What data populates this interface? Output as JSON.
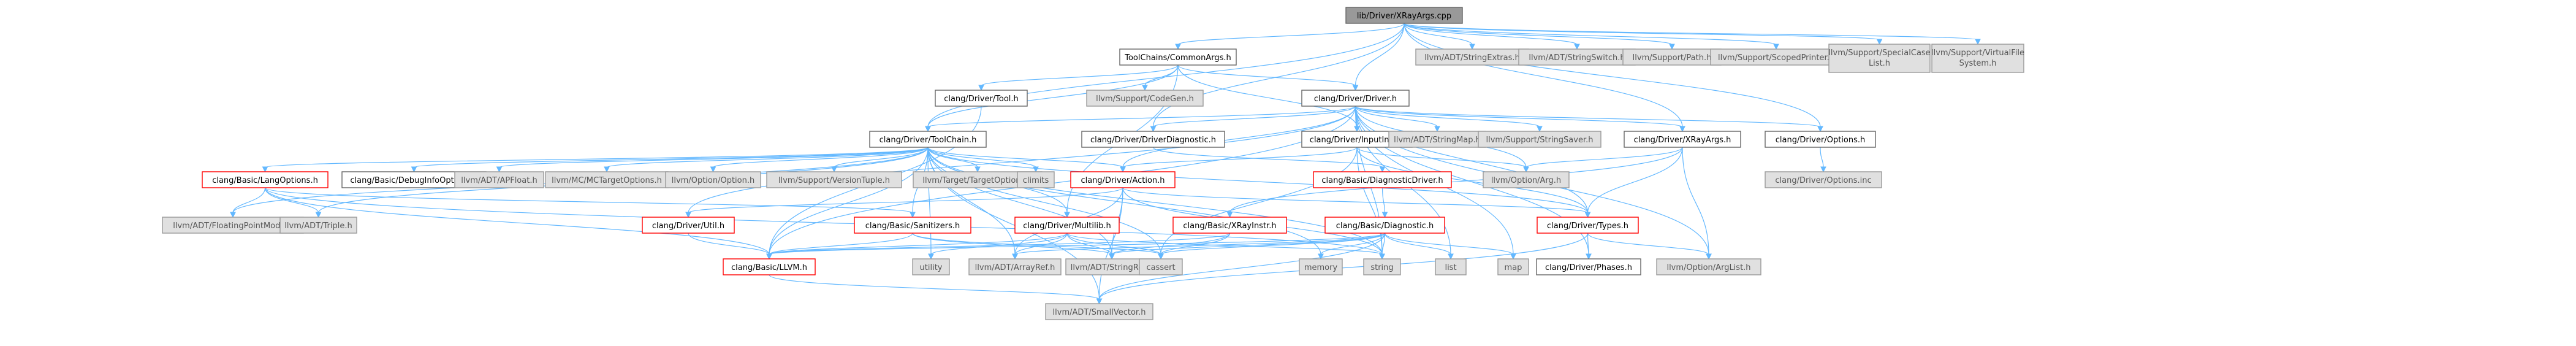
{
  "colors": {
    "root_fill": "#999999",
    "normal_fill": "#ffffff",
    "normal_stroke": "#666666",
    "external_fill": "#e0e0e0",
    "external_stroke": "#999999",
    "red_stroke": "#ff0000",
    "edge": "#63b8ff",
    "text": "#000000",
    "external_text": "#555555"
  },
  "nodes": [
    {
      "id": "root",
      "label": "lib/Driver/XRayArgs.cpp",
      "kind": "root"
    },
    {
      "id": "commonargs",
      "label": "ToolChains/CommonArgs.h",
      "kind": "normal"
    },
    {
      "id": "strext",
      "label": "llvm/ADT/StringExtras.h",
      "kind": "external"
    },
    {
      "id": "strswitch",
      "label": "llvm/ADT/StringSwitch.h",
      "kind": "external"
    },
    {
      "id": "path",
      "label": "llvm/Support/Path.h",
      "kind": "external"
    },
    {
      "id": "scoped",
      "label": "llvm/Support/ScopedPrinter.h",
      "kind": "external"
    },
    {
      "id": "speccase",
      "label": [
        "llvm/Support/SpecialCase",
        "List.h"
      ],
      "kind": "external"
    },
    {
      "id": "vfs",
      "label": [
        "llvm/Support/VirtualFile",
        "System.h"
      ],
      "kind": "external"
    },
    {
      "id": "tool",
      "label": "clang/Driver/Tool.h",
      "kind": "normal"
    },
    {
      "id": "codegen",
      "label": "llvm/Support/CodeGen.h",
      "kind": "external"
    },
    {
      "id": "driver",
      "label": "clang/Driver/Driver.h",
      "kind": "normal"
    },
    {
      "id": "toolchain",
      "label": "clang/Driver/ToolChain.h",
      "kind": "normal"
    },
    {
      "id": "driverdiag",
      "label": "clang/Driver/DriverDiagnostic.h",
      "kind": "normal"
    },
    {
      "id": "inputinfo",
      "label": "clang/Driver/InputInfo.h",
      "kind": "normal"
    },
    {
      "id": "strmap",
      "label": "llvm/ADT/StringMap.h",
      "kind": "external"
    },
    {
      "id": "strsaver",
      "label": "llvm/Support/StringSaver.h",
      "kind": "external"
    },
    {
      "id": "xrayargs",
      "label": "clang/Driver/XRayArgs.h",
      "kind": "normal"
    },
    {
      "id": "options",
      "label": "clang/Driver/Options.h",
      "kind": "normal"
    },
    {
      "id": "optionsinc",
      "label": "clang/Driver/Options.inc",
      "kind": "external"
    },
    {
      "id": "langopts",
      "label": "clang/Basic/LangOptions.h",
      "kind": "red"
    },
    {
      "id": "debuginfo",
      "label": "clang/Basic/DebugInfoOptions.h",
      "kind": "normal"
    },
    {
      "id": "apfloat",
      "label": "llvm/ADT/APFloat.h",
      "kind": "external"
    },
    {
      "id": "mctarget",
      "label": "llvm/MC/MCTargetOptions.h",
      "kind": "external"
    },
    {
      "id": "optoption",
      "label": "llvm/Option/Option.h",
      "kind": "external"
    },
    {
      "id": "vertuple",
      "label": "llvm/Support/VersionTuple.h",
      "kind": "external"
    },
    {
      "id": "targetopts",
      "label": "llvm/Target/TargetOptions.h",
      "kind": "external"
    },
    {
      "id": "climits",
      "label": "climits",
      "kind": "external"
    },
    {
      "id": "action",
      "label": "clang/Driver/Action.h",
      "kind": "red"
    },
    {
      "id": "diagdriver",
      "label": "clang/Basic/DiagnosticDriver.h",
      "kind": "red"
    },
    {
      "id": "optarg",
      "label": "llvm/Option/Arg.h",
      "kind": "external"
    },
    {
      "id": "fpmode",
      "label": "llvm/ADT/FloatingPointMode.h",
      "kind": "external"
    },
    {
      "id": "triple",
      "label": "llvm/ADT/Triple.h",
      "kind": "external"
    },
    {
      "id": "util",
      "label": "clang/Driver/Util.h",
      "kind": "red"
    },
    {
      "id": "sanitizers",
      "label": "clang/Basic/Sanitizers.h",
      "kind": "red"
    },
    {
      "id": "multilib",
      "label": "clang/Driver/Multilib.h",
      "kind": "red"
    },
    {
      "id": "xrayinstr",
      "label": "clang/Basic/XRayInstr.h",
      "kind": "red"
    },
    {
      "id": "diagnostic",
      "label": "clang/Basic/Diagnostic.h",
      "kind": "red"
    },
    {
      "id": "types",
      "label": "clang/Driver/Types.h",
      "kind": "red"
    },
    {
      "id": "llvmh",
      "label": "clang/Basic/LLVM.h",
      "kind": "red"
    },
    {
      "id": "utility",
      "label": "utility",
      "kind": "external"
    },
    {
      "id": "arrayref",
      "label": "llvm/ADT/ArrayRef.h",
      "kind": "external"
    },
    {
      "id": "strref",
      "label": "llvm/ADT/StringRef.h",
      "kind": "external"
    },
    {
      "id": "cassert",
      "label": "cassert",
      "kind": "external"
    },
    {
      "id": "memory",
      "label": "memory",
      "kind": "external"
    },
    {
      "id": "string",
      "label": "string",
      "kind": "external"
    },
    {
      "id": "list",
      "label": "list",
      "kind": "external"
    },
    {
      "id": "map",
      "label": "map",
      "kind": "external"
    },
    {
      "id": "phases",
      "label": "clang/Driver/Phases.h",
      "kind": "normal"
    },
    {
      "id": "arglist",
      "label": "llvm/Option/ArgList.h",
      "kind": "external"
    },
    {
      "id": "smallvec",
      "label": "llvm/ADT/SmallVector.h",
      "kind": "external"
    }
  ],
  "edges": [
    [
      "root",
      "commonargs"
    ],
    [
      "root",
      "strext"
    ],
    [
      "root",
      "strswitch"
    ],
    [
      "root",
      "path"
    ],
    [
      "root",
      "scoped"
    ],
    [
      "root",
      "speccase"
    ],
    [
      "root",
      "vfs"
    ],
    [
      "root",
      "driver"
    ],
    [
      "root",
      "toolchain"
    ],
    [
      "root",
      "driverdiag"
    ],
    [
      "root",
      "xrayargs"
    ],
    [
      "root",
      "options"
    ],
    [
      "commonargs",
      "tool"
    ],
    [
      "commonargs",
      "codegen"
    ],
    [
      "commonargs",
      "driver"
    ],
    [
      "commonargs",
      "toolchain"
    ],
    [
      "commonargs",
      "inputinfo"
    ],
    [
      "commonargs",
      "multilib"
    ],
    [
      "tool",
      "llvmh"
    ],
    [
      "driver",
      "toolchain"
    ],
    [
      "driver",
      "driverdiag"
    ],
    [
      "driver",
      "inputinfo"
    ],
    [
      "driver",
      "strmap"
    ],
    [
      "driver",
      "strsaver"
    ],
    [
      "driver",
      "xrayargs"
    ],
    [
      "driver",
      "options"
    ],
    [
      "driver",
      "action"
    ],
    [
      "driver",
      "phases"
    ],
    [
      "driver",
      "types"
    ],
    [
      "driver",
      "util"
    ],
    [
      "driver",
      "llvmh"
    ],
    [
      "driver",
      "list"
    ],
    [
      "driver",
      "map"
    ],
    [
      "driver",
      "string"
    ],
    [
      "driver",
      "arglist"
    ],
    [
      "driver",
      "optarg"
    ],
    [
      "toolchain",
      "langopts"
    ],
    [
      "toolchain",
      "debuginfo"
    ],
    [
      "toolchain",
      "apfloat"
    ],
    [
      "toolchain",
      "mctarget"
    ],
    [
      "toolchain",
      "optoption"
    ],
    [
      "toolchain",
      "vertuple"
    ],
    [
      "toolchain",
      "targetopts"
    ],
    [
      "toolchain",
      "climits"
    ],
    [
      "toolchain",
      "action"
    ],
    [
      "toolchain",
      "multilib"
    ],
    [
      "toolchain",
      "sanitizers"
    ],
    [
      "toolchain",
      "types"
    ],
    [
      "toolchain",
      "llvmh"
    ],
    [
      "toolchain",
      "arrayref"
    ],
    [
      "toolchain",
      "fpmode"
    ],
    [
      "toolchain",
      "smallvec"
    ],
    [
      "toolchain",
      "strref"
    ],
    [
      "toolchain",
      "triple"
    ],
    [
      "toolchain",
      "cassert"
    ],
    [
      "toolchain",
      "memory"
    ],
    [
      "toolchain",
      "string"
    ],
    [
      "toolchain",
      "utility"
    ],
    [
      "driverdiag",
      "diagdriver"
    ],
    [
      "inputinfo",
      "action"
    ],
    [
      "inputinfo",
      "types"
    ],
    [
      "inputinfo",
      "optarg"
    ],
    [
      "inputinfo",
      "cassert"
    ],
    [
      "inputinfo",
      "string"
    ],
    [
      "xrayargs",
      "xrayinstr"
    ],
    [
      "xrayargs",
      "types"
    ],
    [
      "xrayargs",
      "optarg"
    ],
    [
      "xrayargs",
      "arglist"
    ],
    [
      "options",
      "optionsinc"
    ],
    [
      "langopts",
      "llvmh"
    ],
    [
      "langopts",
      "sanitizers"
    ],
    [
      "langopts",
      "fpmode"
    ],
    [
      "langopts",
      "triple"
    ],
    [
      "langopts",
      "string"
    ],
    [
      "action",
      "util"
    ],
    [
      "action",
      "types"
    ],
    [
      "action",
      "arrayref"
    ],
    [
      "action",
      "smallvec"
    ],
    [
      "action",
      "strref"
    ],
    [
      "action",
      "string"
    ],
    [
      "diagdriver",
      "diagnostic"
    ],
    [
      "util",
      "llvmh"
    ],
    [
      "sanitizers",
      "llvmh"
    ],
    [
      "sanitizers",
      "strref"
    ],
    [
      "sanitizers",
      "cassert"
    ],
    [
      "multilib",
      "llvmh"
    ],
    [
      "multilib",
      "arrayref"
    ],
    [
      "multilib",
      "strref"
    ],
    [
      "multilib",
      "cassert"
    ],
    [
      "multilib",
      "utility"
    ],
    [
      "multilib",
      "string"
    ],
    [
      "xrayinstr",
      "llvmh"
    ],
    [
      "xrayinstr",
      "strref"
    ],
    [
      "xrayinstr",
      "cassert"
    ],
    [
      "diagnostic",
      "llvmh"
    ],
    [
      "diagnostic",
      "arrayref"
    ],
    [
      "diagnostic",
      "strref"
    ],
    [
      "diagnostic",
      "cassert"
    ],
    [
      "diagnostic",
      "memory"
    ],
    [
      "diagnostic",
      "string"
    ],
    [
      "diagnostic",
      "list"
    ],
    [
      "diagnostic",
      "map"
    ],
    [
      "diagnostic",
      "smallvec"
    ],
    [
      "types",
      "phases"
    ],
    [
      "types",
      "arglist"
    ],
    [
      "types",
      "smallvec"
    ],
    [
      "llvmh",
      "smallvec"
    ]
  ]
}
